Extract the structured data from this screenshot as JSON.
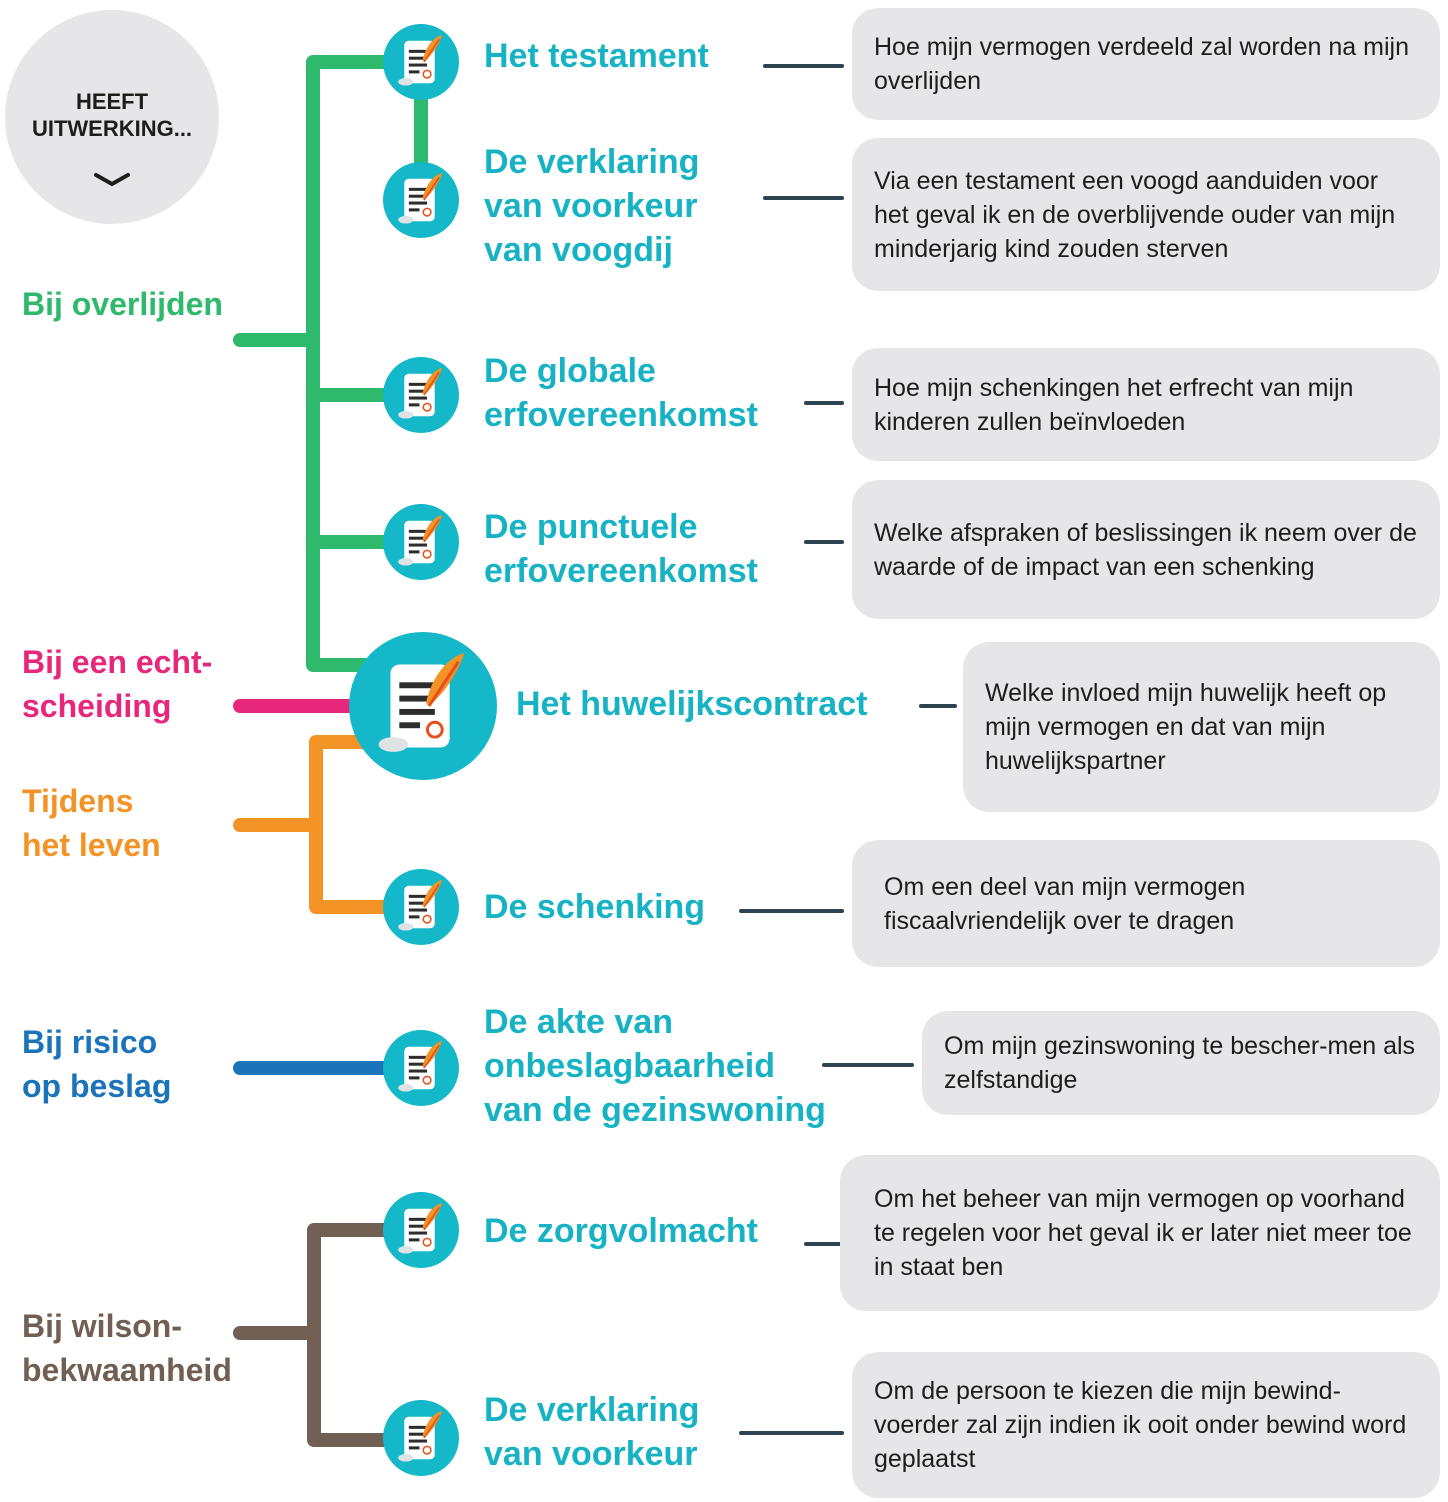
{
  "header": {
    "line1": "HEEFT",
    "line2": "UITWERKING...",
    "icon": "chevron-down-icon"
  },
  "colors": {
    "death": "#2fb96c",
    "divorce": "#e6277b",
    "life": "#f39325",
    "seizure": "#1b73b9",
    "incapacity": "#705f52",
    "title": "#17b3c4",
    "connector": "#2d4450",
    "box": "#e6e6e8",
    "icon": "#14b8c8"
  },
  "categories": {
    "death": {
      "line1": "Bij overlijden"
    },
    "divorce": {
      "line1": "Bij een echt-",
      "line2": "scheiding"
    },
    "life": {
      "line1": "Tijdens",
      "line2": "het leven"
    },
    "seizure": {
      "line1": "Bij risico",
      "line2": "op beslag"
    },
    "incapacity": {
      "line1": "Bij wilson-",
      "line2": "bekwaamheid"
    }
  },
  "documents": [
    {
      "icon": "document-quill-icon",
      "title": [
        "Het testament"
      ],
      "description": "Hoe mijn vermogen verdeeld zal worden na mijn overlijden"
    },
    {
      "icon": "document-quill-icon",
      "title": [
        "De verklaring",
        "van voorkeur",
        "van voogdij"
      ],
      "description": "Via een testament een voogd aanduiden voor het geval ik en de overblijvende ouder van mijn minderjarig kind zouden sterven"
    },
    {
      "icon": "document-quill-icon",
      "title": [
        "De globale",
        "erfovereenkomst"
      ],
      "description": "Hoe mijn schenkingen het erfrecht van mijn kinderen zullen beïnvloeden"
    },
    {
      "icon": "document-quill-icon",
      "title": [
        "De punctuele",
        "erfovereenkomst"
      ],
      "description": "Welke afspraken of beslissingen ik neem over de waarde of de impact van een schenking"
    },
    {
      "icon": "document-quill-icon",
      "title": [
        "Het huwelijkscontract"
      ],
      "description": "Welke invloed mijn huwelijk heeft op mijn vermogen en dat van mijn huwelijkspartner"
    },
    {
      "icon": "document-quill-icon",
      "title": [
        "De schenking"
      ],
      "description": "Om een deel van mijn vermogen fiscaalvriendelijk over te dragen"
    },
    {
      "icon": "document-quill-icon",
      "title": [
        "De akte van",
        "onbeslagbaarheid",
        "van de gezinswoning"
      ],
      "description": "Om mijn gezinswoning te bescher-men als zelfstandige"
    },
    {
      "icon": "document-quill-icon",
      "title": [
        "De zorgvolmacht"
      ],
      "description": "Om het beheer van mijn vermogen op voorhand te regelen voor het geval ik er later niet meer toe in staat ben"
    },
    {
      "icon": "document-quill-icon",
      "title": [
        "De verklaring",
        "van voorkeur"
      ],
      "description": "Om de persoon te kiezen die mijn bewind-voerder zal zijn indien ik ooit onder bewind word geplaatst"
    }
  ]
}
